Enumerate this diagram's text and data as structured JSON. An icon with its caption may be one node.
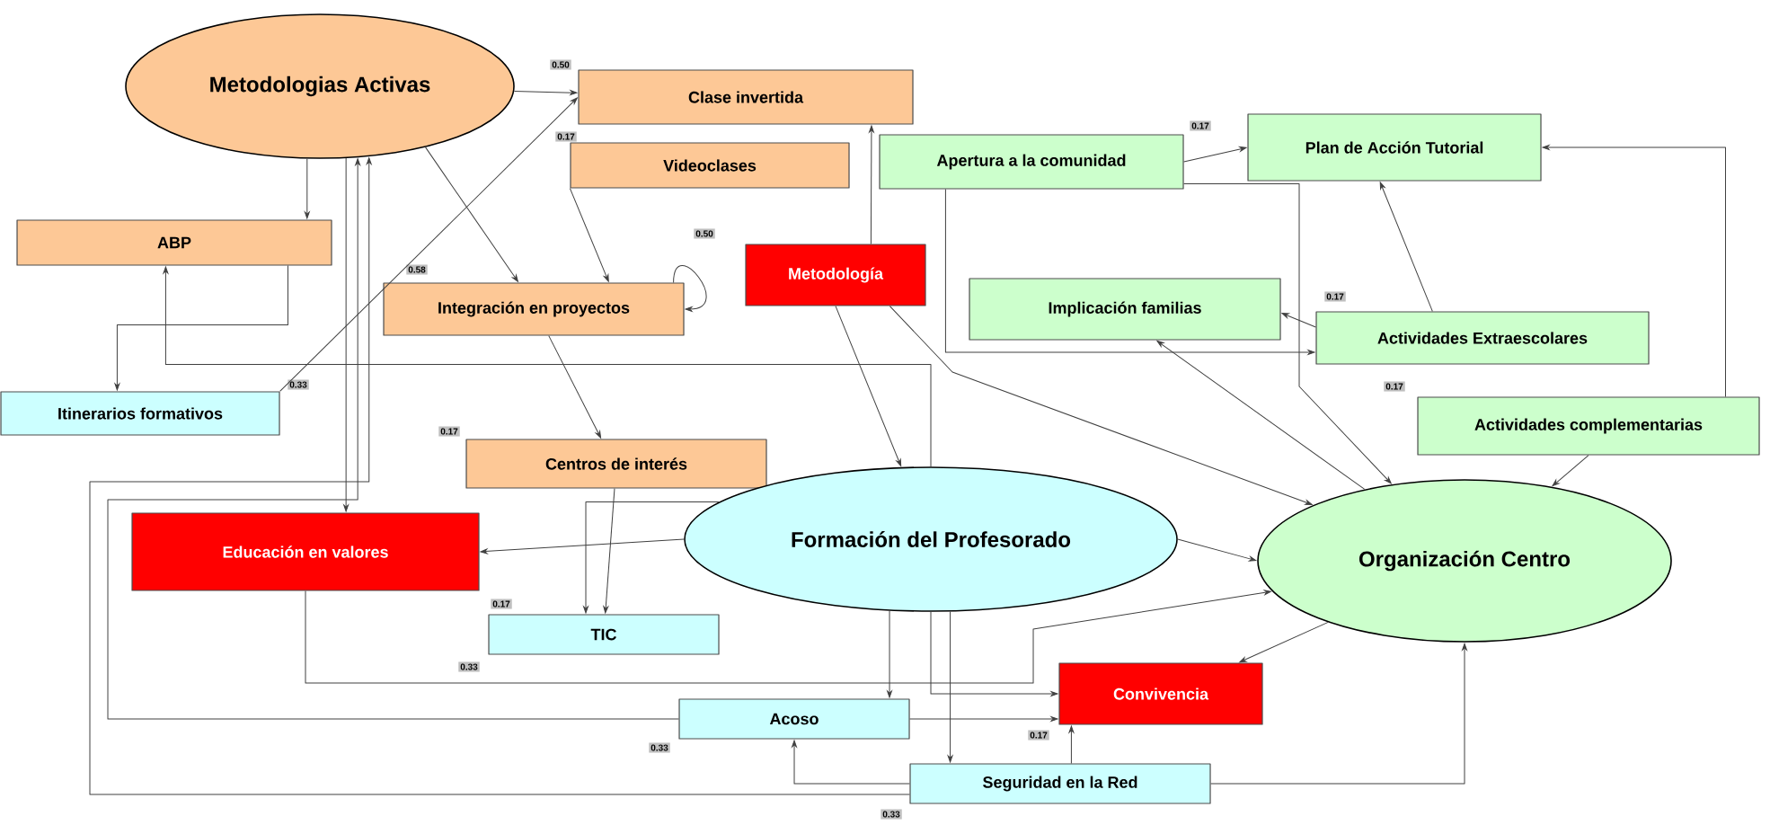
{
  "diagram": {
    "nodes": [
      {
        "text": [
          "Metodologias Activas"
        ]
      },
      {
        "text": [
          "Clase invertida"
        ]
      },
      {
        "text": [
          "Videoclases"
        ]
      },
      {
        "text": [
          "Apertura a la comunidad"
        ]
      },
      {
        "text": [
          "Plan de Acción Tutorial"
        ]
      },
      {
        "text": [
          "ABP"
        ]
      },
      {
        "text": [
          "Integración en proyectos"
        ]
      },
      {
        "text": [
          "Metodología"
        ]
      },
      {
        "text": [
          "Implicación familias"
        ]
      },
      {
        "text": [
          "Actividades Extraescolares"
        ]
      },
      {
        "text": [
          "Itinerarios formativos"
        ]
      },
      {
        "text": [
          "Actividades complementarias"
        ]
      },
      {
        "text": [
          "Centros de interés"
        ]
      },
      {
        "text": [
          "Formación del Profesorado"
        ]
      },
      {
        "text": [
          "Educación en valores"
        ]
      },
      {
        "text": [
          "Organización Centro"
        ]
      },
      {
        "text": [
          "TIC"
        ]
      },
      {
        "text": [
          "Acoso"
        ]
      },
      {
        "text": [
          "Convivencia"
        ]
      },
      {
        "text": [
          "Seguridad en la Red"
        ]
      }
    ],
    "edges": [
      {
        "from": 0,
        "to": 1,
        "arrow": "to"
      },
      {
        "from": 0,
        "to": 5,
        "arrow": "to"
      },
      {
        "from": 0,
        "to": 14,
        "arrow": "to"
      },
      {
        "from": 0,
        "to": 6,
        "arrow": "to"
      },
      {
        "from": 2,
        "to": 6,
        "arrow": "to"
      },
      {
        "from": 6,
        "to": 6,
        "arrow": "to"
      },
      {
        "from": 6,
        "to": 12,
        "arrow": "to"
      },
      {
        "from": 12,
        "to": 16,
        "arrow": "to"
      },
      {
        "from": 5,
        "to": 10,
        "arrow": "to"
      },
      {
        "from": 13,
        "to": 5,
        "arrow": "to"
      },
      {
        "from": 10,
        "to": 1,
        "arrow": "to"
      },
      {
        "from": 7,
        "to": 1,
        "arrow": "to"
      },
      {
        "from": 7,
        "to": 13,
        "arrow": "to"
      },
      {
        "from": 7,
        "to": 15,
        "arrow": "to"
      },
      {
        "from": 3,
        "to": 15,
        "arrow": "to"
      },
      {
        "from": 3,
        "to": 9,
        "arrow": "to"
      },
      {
        "from": 9,
        "to": 8,
        "arrow": "to"
      },
      {
        "from": 3,
        "to": 4,
        "arrow": "to"
      },
      {
        "from": 9,
        "to": 4,
        "arrow": "to"
      },
      {
        "from": 11,
        "to": 4,
        "arrow": "to"
      },
      {
        "from": 11,
        "to": 15,
        "arrow": "to"
      },
      {
        "from": 15,
        "to": 8,
        "arrow": "to"
      },
      {
        "from": 13,
        "to": 14,
        "arrow": "to"
      },
      {
        "from": 14,
        "to": 15,
        "arrow": "to"
      },
      {
        "from": 13,
        "to": 15,
        "arrow": "to"
      },
      {
        "from": 13,
        "to": 16,
        "arrow": "to"
      },
      {
        "from": 13,
        "to": 17,
        "arrow": "to"
      },
      {
        "from": 13,
        "to": 18,
        "arrow": "to"
      },
      {
        "from": 13,
        "to": 19,
        "arrow": "to"
      },
      {
        "from": 17,
        "to": 18,
        "arrow": "to"
      },
      {
        "from": 19,
        "to": 18,
        "arrow": "to"
      },
      {
        "from": 19,
        "to": 15,
        "arrow": "to"
      },
      {
        "from": 19,
        "to": 17,
        "arrow": "to"
      },
      {
        "from": 17,
        "to": 0,
        "arrow": "to"
      },
      {
        "from": 19,
        "to": 0,
        "arrow": "to"
      },
      {
        "from": 15,
        "to": 18,
        "arrow": "to"
      }
    ],
    "labels": [
      "0.50",
      "0.17",
      "0.17",
      "0.50",
      "0.58",
      "0.17",
      "0.33",
      "0.17",
      "0.17",
      "0.17",
      "0.33",
      "0.17",
      "0.33",
      "0.33"
    ]
  }
}
